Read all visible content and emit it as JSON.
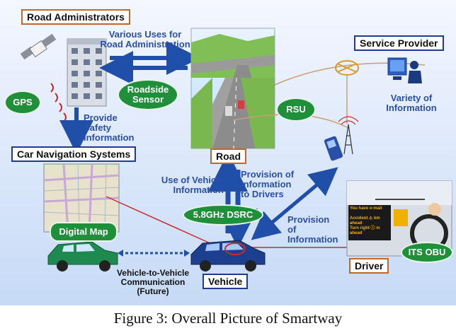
{
  "caption": "Figure 3: Overall Picture of Smartway",
  "entities": {
    "road_administrators": "Road Administrators",
    "service_provider": "Service Provider",
    "car_navigation": "Car Navigation Systems",
    "road": "Road",
    "vehicle": "Vehicle",
    "driver": "Driver"
  },
  "ovals": {
    "gps": "GPS",
    "roadside_sensor": "Roadside Sensor",
    "rsu": "RSU",
    "dsrc": "5.8GHz DSRC",
    "digital_map": "Digital Map",
    "its_obu": "ITS OBU"
  },
  "flows": {
    "various_uses": "Various Uses for Road Administration",
    "provide_safety": "Provide Safety Information",
    "variety_info": "Variety of Information",
    "use_vehicle_info": "Use of Vehicle Information",
    "provision_drivers": "Provision of Information to Drivers",
    "provision_info": "Provision of Information",
    "v2v": "Vehicle-to-Vehicle Communication (Future)"
  },
  "screen_messages": [
    "You have e-mail",
    "Accident ⚠ km ahead",
    "Turn right ⓘ m ahead"
  ],
  "colors": {
    "background_top": "#eef3ff",
    "background_bottom": "#c9dcf7",
    "arrow_blue": "#1f4fa8",
    "oval_green": "#1f8f3a",
    "road_box_border": "#c0682a",
    "link_red": "#cc2a2a"
  }
}
